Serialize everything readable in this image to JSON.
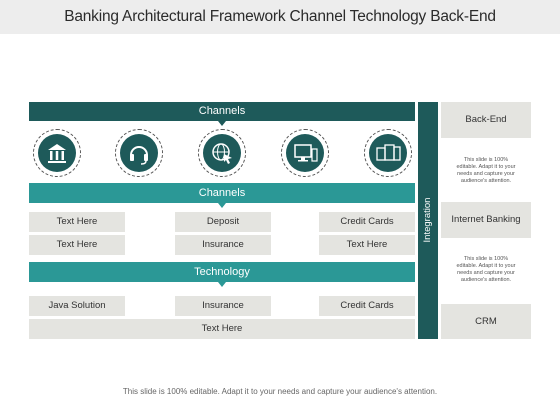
{
  "title": "Banking Architectural Framework Channel Technology Back-End",
  "top_bar": "Channels",
  "icons": [
    "bank-icon",
    "headset-icon",
    "globe-cursor-icon",
    "desktop-computer-icon",
    "devices-icon"
  ],
  "channels_bar": "Channels",
  "channels_rows": [
    [
      "Text Here",
      "Deposit",
      "Credit Cards"
    ],
    [
      "Text Here",
      "Insurance",
      "Text Here"
    ]
  ],
  "technology_bar": "Technology",
  "technology_row": [
    "Java Solution",
    "Insurance",
    "Credit Cards"
  ],
  "bottom_box": "Text Here",
  "integration": "Integration",
  "side_boxes": [
    "Back-End",
    "Internet  Banking",
    "CRM"
  ],
  "side_notes": [
    "This slide is 100% editable. Adapt it to your needs and capture your audience's attention.",
    "This slide is 100% editable. Adapt it to your needs and capture your audience's attention."
  ],
  "footer": "This slide is 100% editable. Adapt it to your needs and capture your audience's attention.",
  "colors": {
    "dark_teal": "#1e5a5a",
    "teal": "#2b9896",
    "box_gray": "#e4e4e0"
  }
}
